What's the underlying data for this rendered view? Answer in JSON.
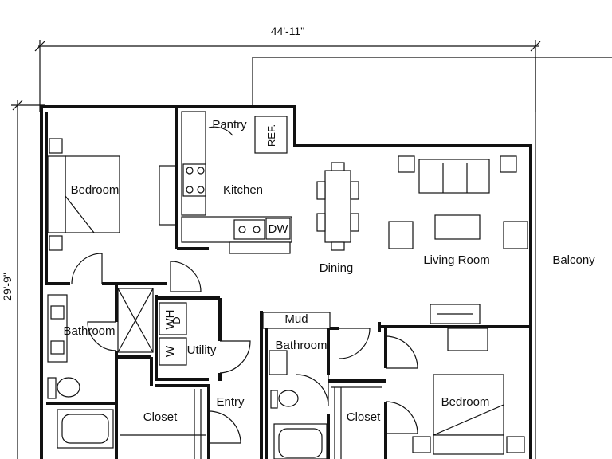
{
  "dimensions": {
    "width_label": "44'-11\"",
    "height_label": "29'-9\""
  },
  "rooms": {
    "bedroom_1": "Bedroom",
    "kitchen": "Kitchen",
    "pantry": "Pantry",
    "refrigerator": "REF.",
    "dishwasher": "DW",
    "dining": "Dining",
    "living_room": "Living Room",
    "balcony": "Balcony",
    "bathroom_1": "Bathroom",
    "water_heater": "WH",
    "dryer": "D",
    "washer": "W",
    "utility": "Utility",
    "closet_1": "Closet",
    "entry": "Entry",
    "mud": "Mud",
    "bathroom_2": "Bathroom",
    "closet_2": "Closet",
    "bedroom_2": "Bedroom"
  }
}
